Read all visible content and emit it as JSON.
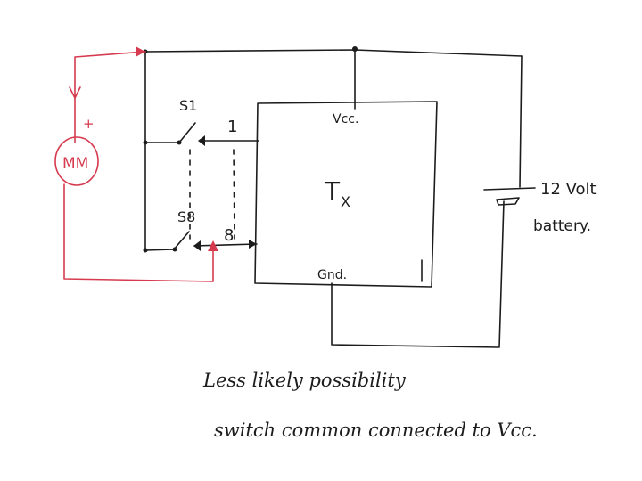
{
  "labels": {
    "switch1": "S1",
    "switch8": "S8",
    "input1": "1",
    "input8": "8",
    "vcc": "Vcc.",
    "tx_main": "T",
    "tx_sub": "X",
    "gnd": "Gnd.",
    "battery_voltage": "12 Volt",
    "battery_word": "battery.",
    "meter": "MM",
    "plus": "+"
  },
  "caption": {
    "line1": "Less likely possibility",
    "line2": "switch common connected to Vcc."
  },
  "colors": {
    "ink": "#1c1c1c",
    "meter_lead": "#d63a4e"
  }
}
